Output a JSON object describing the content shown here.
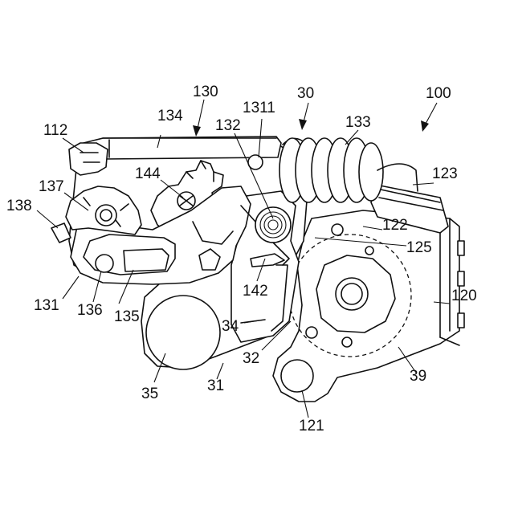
{
  "figure": {
    "colors": {
      "ink": "#111111",
      "paper": "#ffffff"
    },
    "labels": {
      "l100": "100",
      "l130": "130",
      "l30": "30",
      "l112": "112",
      "l134": "134",
      "l132": "132",
      "l1311": "1311",
      "l133": "133",
      "l123": "123",
      "l137": "137",
      "l144": "144",
      "l138": "138",
      "l122": "122",
      "l125": "125",
      "l120": "120",
      "l142": "142",
      "l131": "131",
      "l136": "136",
      "l135": "135",
      "l34": "34",
      "l32": "32",
      "l39": "39",
      "l35": "35",
      "l31": "31",
      "l121": "121"
    }
  }
}
